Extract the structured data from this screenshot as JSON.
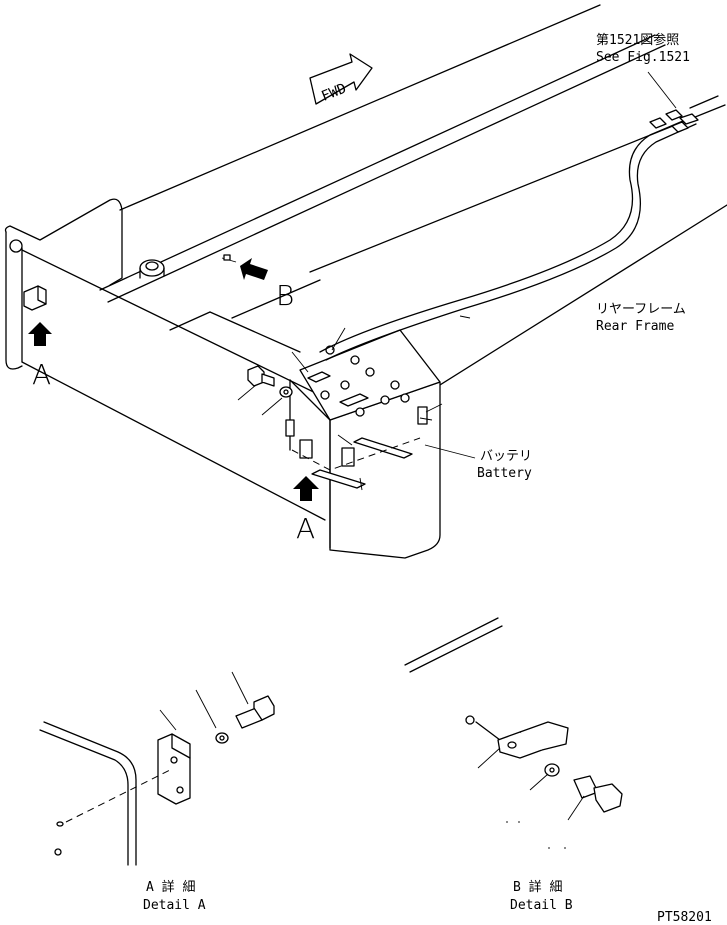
{
  "figure_code": "PT58201",
  "forward_marker": "FWD",
  "callouts": {
    "see_figure": {
      "jp": "第1521図参照",
      "en": "See Fig.1521"
    },
    "rear_frame": {
      "jp": "リヤーフレーム",
      "en": "Rear Frame"
    },
    "battery": {
      "jp": "バッテリ",
      "en": "Battery"
    }
  },
  "view_markers": {
    "a_top": "A",
    "a_bottom": "A",
    "b": "B"
  },
  "details": {
    "a": {
      "jp": "A 詳 細",
      "en": "Detail A"
    },
    "b": {
      "jp": "B 詳 細",
      "en": "Detail B"
    }
  }
}
